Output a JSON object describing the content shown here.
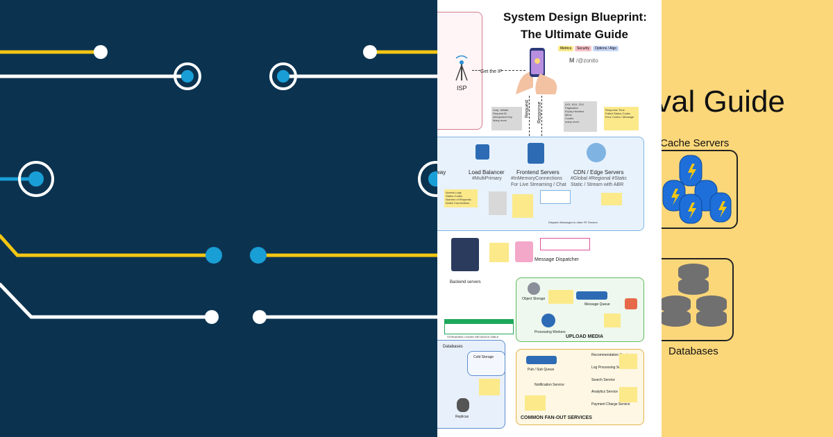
{
  "left_panel": {
    "theme": "circuit-lines",
    "colors": {
      "bg": "#0b3350",
      "line_white": "#ffffff",
      "line_yellow": "#f3c613",
      "node_blue": "#1a9ed6"
    }
  },
  "middle_panel": {
    "title_line1": "System Design Blueprint:",
    "title_line2": "The Ultimate Guide",
    "tags": [
      "Metrics",
      "Security",
      "Options / Algo"
    ],
    "handle": "/@zonito",
    "isp": "ISP",
    "get_ip": "Get the IP",
    "request": "Request",
    "response": "Response",
    "request_notes": [
      "Gzip, deflate",
      "Request ID",
      "Idempotent Key",
      "Many more"
    ],
    "response_notes": [
      "4XX, 5XX, 2XX",
      "Pagination",
      "Expiry Headers",
      "Mime",
      "Cookie",
      "many more.."
    ],
    "metric_notes": [
      "Response Time",
      "Failed Status Codes",
      "Error Codes / Message"
    ],
    "gateway": "way",
    "load_balancer": "Load Balancer",
    "load_balancer_tag": "#MultiPrimary",
    "frontend": "Frontend Servers",
    "frontend_tag": "#InMemoryConnections",
    "frontend_sub": "For Live Streaming / Chat",
    "cdn": "CDN / Edge Servers",
    "cdn_tag": "#Global #Regional #Static",
    "cdn_sub": "Static / Stream with ABR",
    "gateway_notes": [
      "Access Logs",
      "Status Codes",
      "Number of Requests",
      "Active Connections"
    ],
    "dispatch": "Dispatch Messages to other FE Servers",
    "backend": "Backend servers",
    "message_dispatcher": "Message Dispatcher",
    "object_storage": "Object Storage",
    "message_queue": "Message Queue",
    "processing_workers": "Processing Workers",
    "upload_media": "UPLOAD MEDIA",
    "chunk_table": "STREAMING CHUNK METADATA TABLE",
    "databases": "Databases",
    "cold_storage": "Cold Storage",
    "replicas": "Replicas",
    "pubsub": "Pub / Sub Queue",
    "notification": "Notification Service",
    "recommendation": "Recommendation Service",
    "log_processing": "Log Processing Service",
    "search": "Search Service",
    "analytics": "Analytics Service",
    "payment": "Payment Charge Service",
    "fanout": "COMMON FAN-OUT SERVICES"
  },
  "right_panel": {
    "title_fragment": "val Guide",
    "cache_servers": "Cache Servers",
    "databases": "Databases"
  }
}
